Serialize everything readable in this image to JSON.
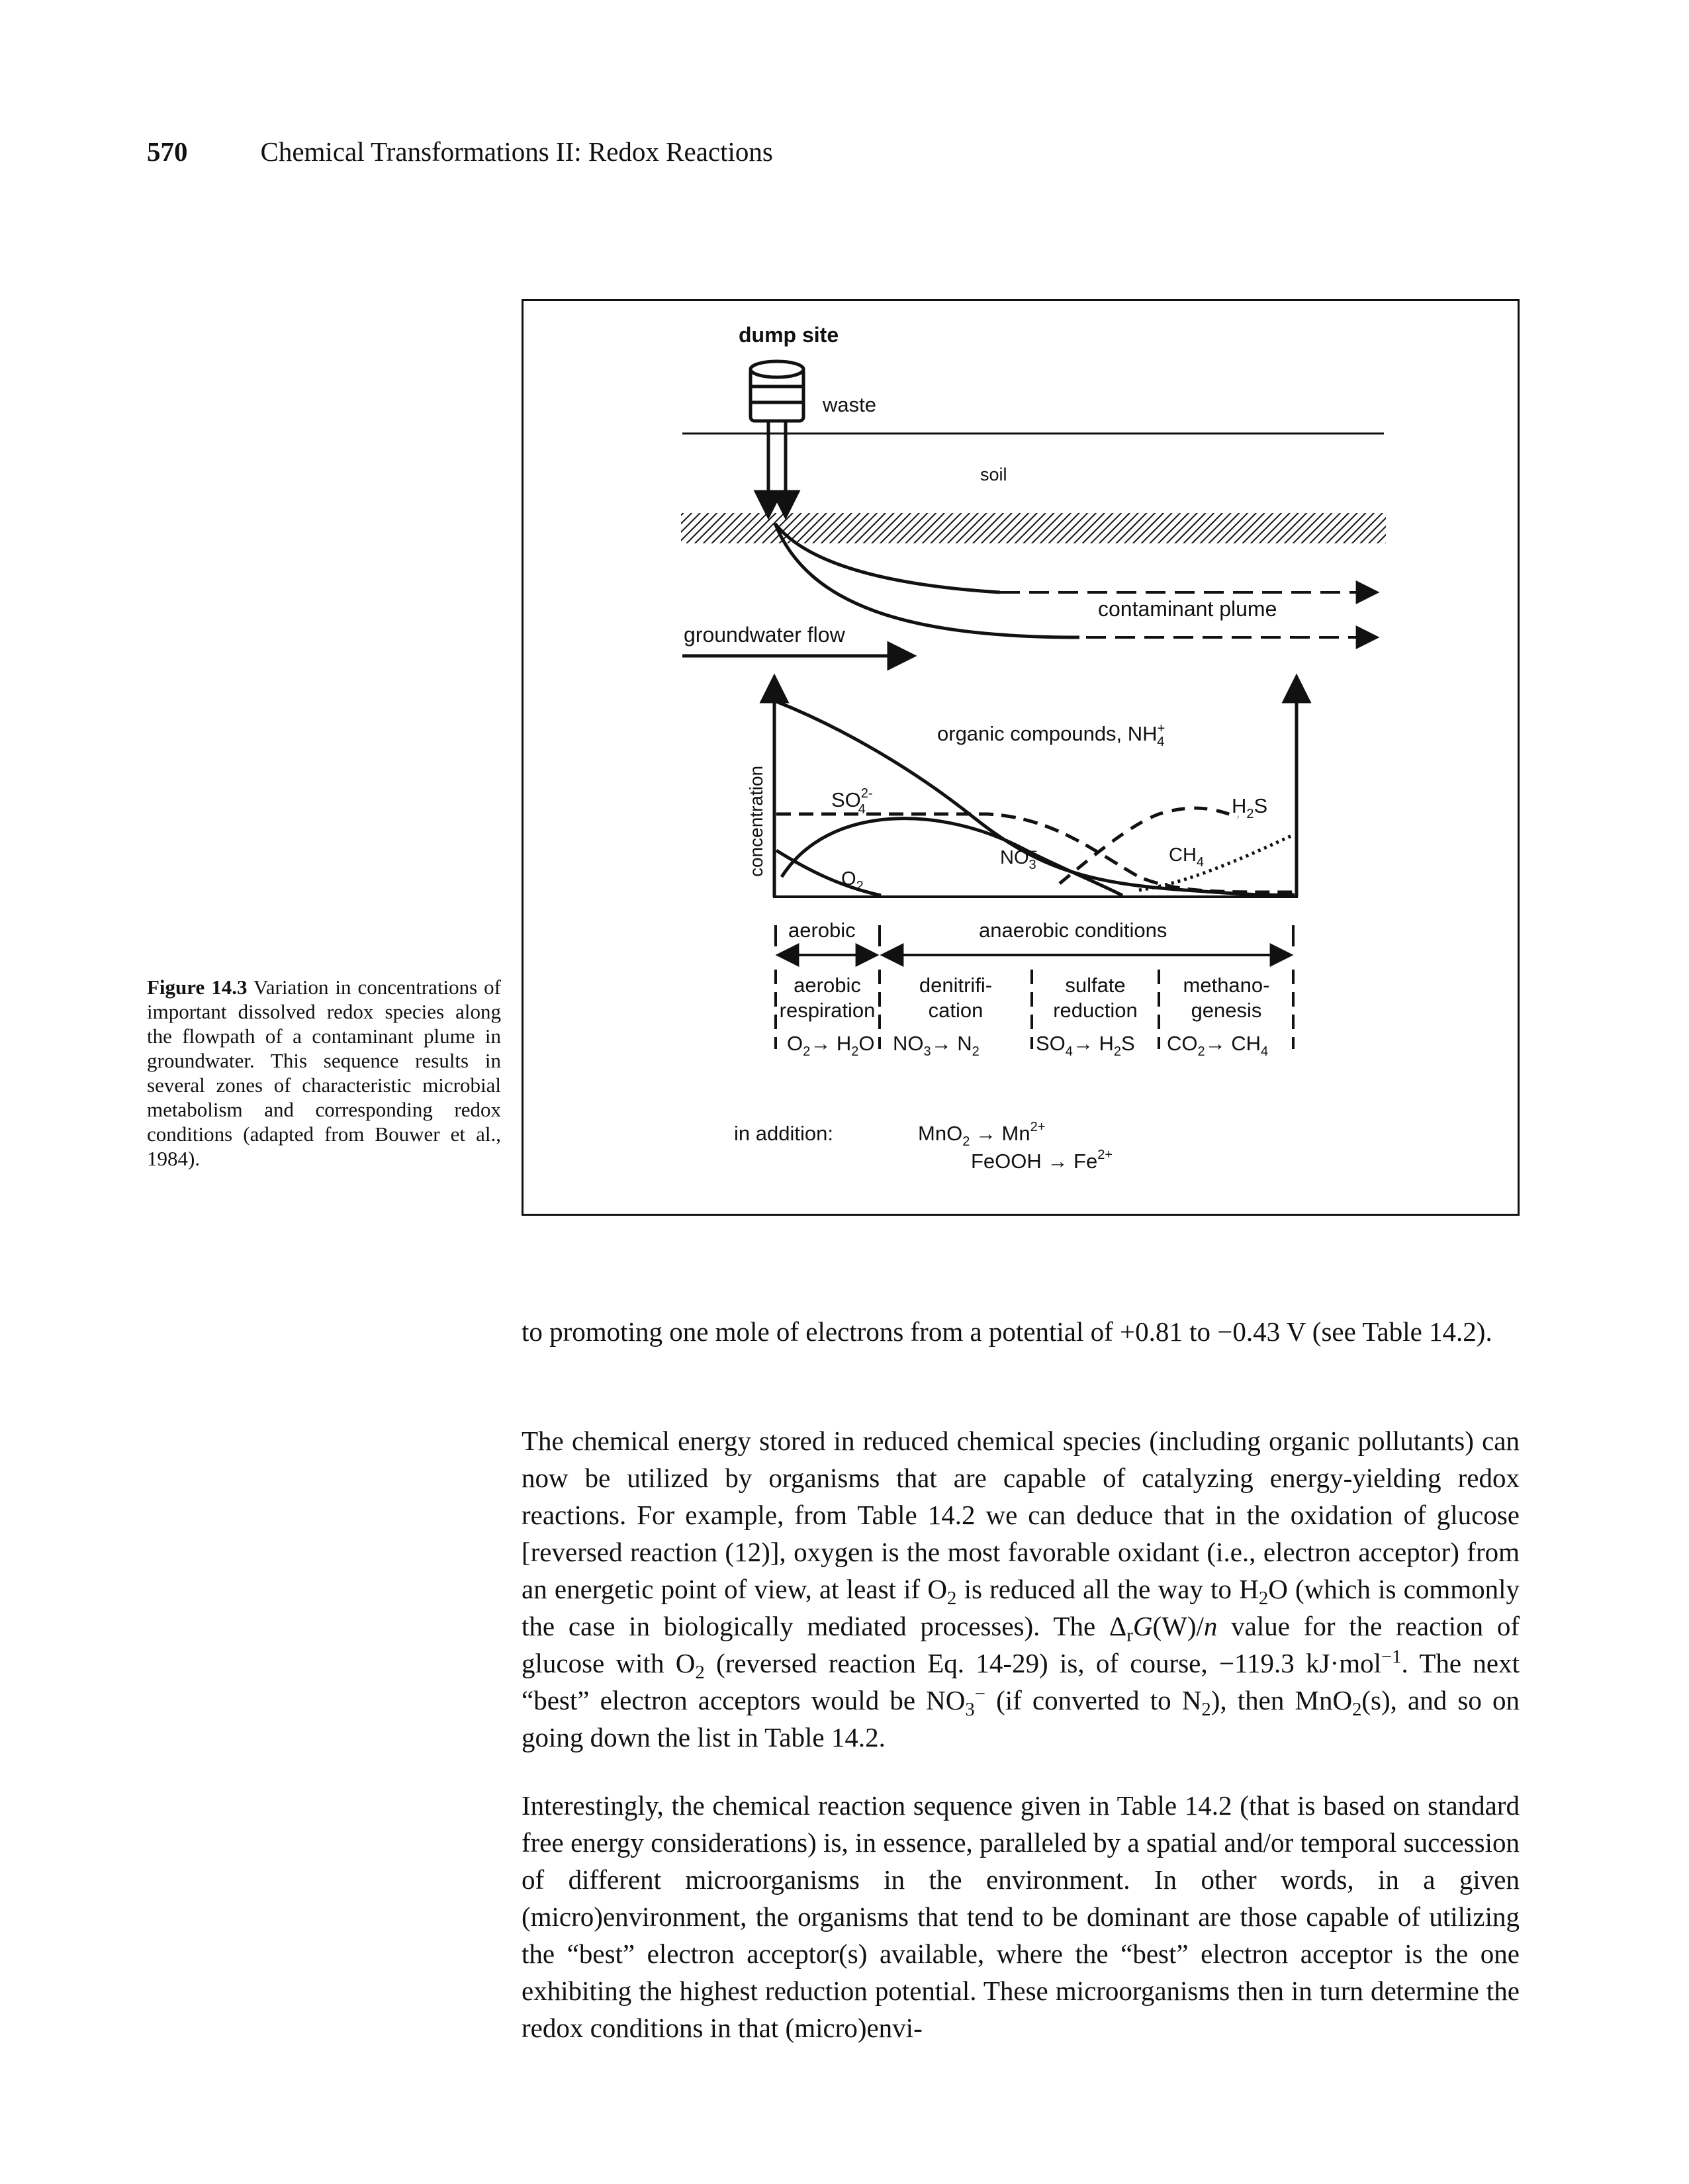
{
  "header": {
    "page_number": "570",
    "running_title": "Chemical Transformations II: Redox Reactions"
  },
  "figure": {
    "labels": {
      "dump_site": "dump site",
      "waste": "waste",
      "soil": "soil",
      "contaminant_plume": "contaminant plume",
      "groundwater_flow": "groundwater flow",
      "concentration": "concentration",
      "organic_compounds": "organic compounds, NH",
      "so4": "SO",
      "no3": "NO",
      "o2": "O",
      "h2s": "H",
      "ch4": "CH"
    },
    "conditions": {
      "aerobic": "aerobic",
      "anaerobic": "anaerobic conditions"
    },
    "zones": [
      {
        "line1": "aerobic",
        "line2": "respiration"
      },
      {
        "line1": "denitrifi-",
        "line2": "cation"
      },
      {
        "line1": "sulfate",
        "line2": "reduction"
      },
      {
        "line1": "methano-",
        "line2": "genesis"
      }
    ],
    "in_addition": "in addition:",
    "extra_reactions": [
      {
        "from": "MnO",
        "to": "Mn"
      },
      {
        "from": "FeOOH",
        "to": "Fe"
      }
    ]
  },
  "caption": {
    "label": "Figure 14.3",
    "text": "Variation in concentrations of important dissolved redox species along the flowpath of a contaminant plume in groundwater. This sequence results in several zones of characteristic microbial metabolism and corresponding redox conditions (adapted from Bouwer et al., 1984)."
  },
  "body": {
    "p1": "to promoting one mole of electrons from a potential of +0.81 to −0.43 V (see Table 14.2).",
    "p2_a": "The chemical energy stored in reduced chemical species (including organic pollutants) can now be utilized by organisms that are capable of catalyzing energy-yielding redox reactions. For example, from Table 14.2 we can deduce that in the oxidation of glucose [reversed reaction (12)], oxygen is the most favorable oxidant (i.e., electron acceptor) from an energetic point of view, at least if O",
    "p2_b": " is reduced all the way to H",
    "p2_c": "O (which is commonly the case in biologically mediated processes). The ",
    "p2_d": " value for the reaction of glucose with O",
    "p2_e": " (reversed reaction Eq. 14-29) is, of course, −119.3 kJ·mol",
    "p2_f": ". The next “best” electron acceptors would be NO",
    "p2_g": " (if converted to N",
    "p2_h": "), then MnO",
    "p2_i": "(s), and so on going down the list in Table 14.2.",
    "p3": "Interestingly, the chemical reaction sequence given in Table 14.2 (that is based on standard free energy considerations) is, in essence, paralleled by a spatial and/or temporal succession of different microorganisms in the environment. In other words, in a given (micro)environment, the organisms that tend to be dominant are those capable of utilizing the “best” electron acceptor(s) available, where the “best” electron acceptor is the one exhibiting the highest reduction potential. These microorganisms then in turn determine the redox conditions in that (micro)envi-"
  }
}
